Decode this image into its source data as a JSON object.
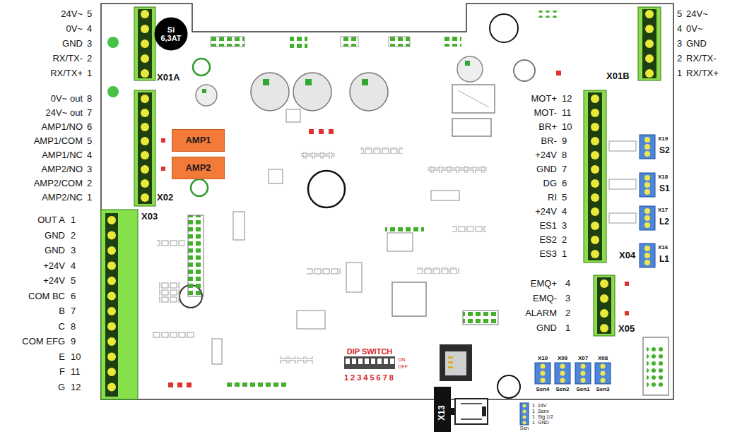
{
  "diagram": {
    "nodes": [
      {
        "text": [
          "Si 6,3AT"
        ]
      },
      {
        "text": [
          "AMP1"
        ]
      },
      {
        "text": [
          "AMP2"
        ]
      }
    ],
    "labels": [
      "24V~",
      "5",
      "0V~",
      "4",
      "GND",
      "3",
      "RX/TX-",
      "2",
      "RX/TX+",
      "1",
      "X01A",
      "5",
      "24V~",
      "4",
      "0V~",
      "3",
      "GND",
      "2",
      "RX/TX-",
      "1",
      "RX/TX+",
      "X01B",
      "0V~ out",
      "8",
      "24V~ out",
      "7",
      "AMP1/NO",
      "6",
      "AMP1/COM",
      "5",
      "AMP1/NC",
      "4",
      "AMP2/NO",
      "3",
      "AMP2/COM",
      "2",
      "AMP2/NC",
      "1",
      "X02",
      "MOT+",
      "12",
      "MOT-",
      "11",
      "BR+",
      "10",
      "BR-",
      "9",
      "+24V",
      "8",
      "GND",
      "7",
      "DG",
      "6",
      "RI",
      "5",
      "+24V",
      "4",
      "ES1",
      "3",
      "ES2",
      "2",
      "ES3",
      "1",
      "X04",
      "X19",
      "S2",
      "X18",
      "S1",
      "X17",
      "L2",
      "X16",
      "L1",
      "OUT A",
      "1",
      "GND",
      "2",
      "GND",
      "3",
      "+24V",
      "4",
      "+24V",
      "5",
      "COM BC",
      "6",
      "B",
      "7",
      "C",
      "8",
      "COM EFG",
      "9",
      "E",
      "10",
      "F",
      "11",
      "G",
      "12",
      "X03",
      "EMQ+",
      "4",
      "EMQ-",
      "3",
      "ALARM",
      "2",
      "GND",
      "1",
      "X05",
      "DIP SWITCH",
      "ON",
      "OFF",
      "12345678",
      "X10",
      "X09",
      "X07",
      "X08",
      "Sen4",
      "Sen2",
      "Sen1",
      "Sen3",
      "X13",
      "1",
      "24V",
      "1",
      "Senx",
      "1",
      "Sig 1/2",
      "1",
      "GND",
      "Sen"
    ]
  }
}
